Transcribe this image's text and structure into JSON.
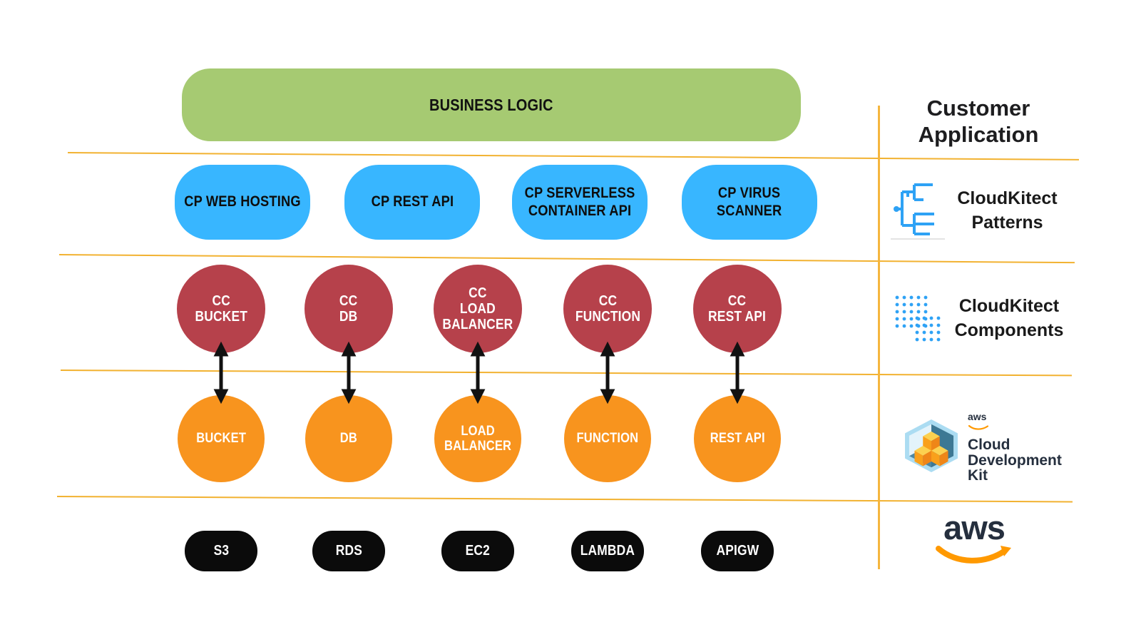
{
  "diagram": {
    "business_logic": {
      "label": "BUSINESS LOGIC"
    },
    "patterns": [
      {
        "label": "CP WEB HOSTING"
      },
      {
        "label": "CP REST API"
      },
      {
        "label": "CP SERVERLESS\nCONTAINER API"
      },
      {
        "label": "CP VIRUS\nSCANNER"
      }
    ],
    "components": [
      {
        "label": "CC\nBUCKET"
      },
      {
        "label": "CC\nDB"
      },
      {
        "label": "CC\nLOAD\nBALANCER"
      },
      {
        "label": "CC\nFUNCTION"
      },
      {
        "label": "CC\nREST API"
      }
    ],
    "cdk_constructs": [
      {
        "label": "BUCKET"
      },
      {
        "label": "DB"
      },
      {
        "label": "LOAD\nBALANCER"
      },
      {
        "label": "FUNCTION"
      },
      {
        "label": "REST API"
      }
    ],
    "aws_services": [
      {
        "label": "S3"
      },
      {
        "label": "RDS"
      },
      {
        "label": "EC2"
      },
      {
        "label": "LAMBDA"
      },
      {
        "label": "APIGW"
      }
    ]
  },
  "sidebar": {
    "customer_application": "Customer\nApplication",
    "patterns_label": "CloudKitect\nPatterns",
    "components_label": "CloudKitect\nComponents",
    "cdk": {
      "brand": "aws",
      "name": "Cloud\nDevelopment\nKit"
    },
    "aws": {
      "brand": "aws"
    }
  },
  "colors": {
    "business_logic_green": "#a6ca72",
    "pattern_blue": "#38b6ff",
    "component_red": "#b6414b",
    "cdk_orange": "#f8941e",
    "service_black": "#0b0b0b",
    "divider_gold": "#f2b231",
    "aws_navy": "#252f3e",
    "aws_orange": "#ff9900",
    "icon_blue": "#2ea2f5"
  }
}
